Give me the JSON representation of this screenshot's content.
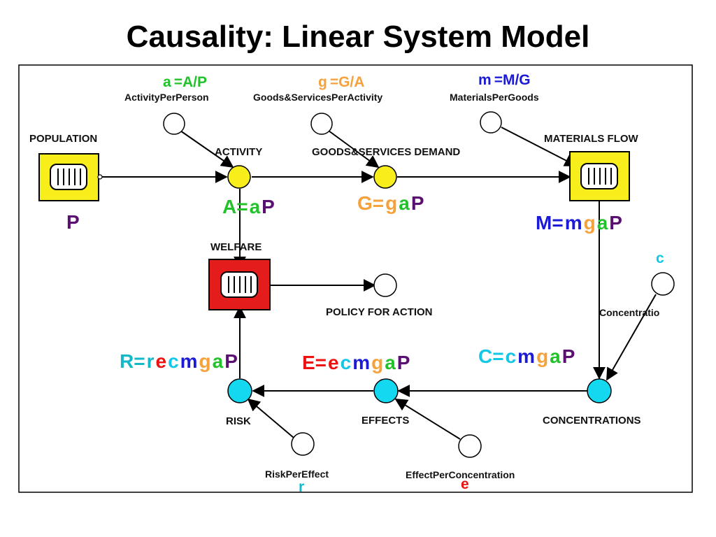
{
  "title": "Causality: Linear System Model",
  "colors": {
    "a": "#22c32a",
    "g": "#f5a13c",
    "m": "#1b1bd6",
    "c": "#12c8e6",
    "e": "#ee1111",
    "r": "#14b8c8",
    "P": "#5a1070",
    "stock_yellow": "#f7ee1c",
    "stock_red": "#e51c1c",
    "aux_yellow": "#f7ee1c",
    "aux_cyan": "#14d7f0"
  },
  "params": {
    "a": {
      "sym": "a",
      "def": "=A/P",
      "name": "ActivityPerPerson"
    },
    "g": {
      "sym": "g",
      "def": "=G/A",
      "name": "Goods&ServicesPerActivity"
    },
    "m": {
      "sym": "m",
      "def": "=M/G",
      "name": "MaterialsPerGoods"
    },
    "c": {
      "sym": "c",
      "name": "Concentratio"
    },
    "r": {
      "sym": "r",
      "name": "RiskPerEffect"
    },
    "e": {
      "sym": "e",
      "name": "EffectPerConcentration"
    }
  },
  "nodes": {
    "population": "POPULATION",
    "activity": "ACTIVITY",
    "goods": "GOODS&SERVICES DEMAND",
    "materials": "MATERIALS FLOW",
    "welfare": "WELFARE",
    "policy": "POLICY FOR ACTION",
    "concentrations": "CONCENTRATIONS",
    "effects": "EFFECTS",
    "risk": "RISK"
  },
  "equations": {
    "P": [
      {
        "t": "P",
        "c": "P"
      }
    ],
    "A": [
      {
        "t": "A=",
        "c": "a"
      },
      {
        "t": "a",
        "c": "a"
      },
      {
        "t": "P",
        "c": "P"
      }
    ],
    "G": [
      {
        "t": "G=",
        "c": "g"
      },
      {
        "t": "g",
        "c": "g"
      },
      {
        "t": "a",
        "c": "a"
      },
      {
        "t": "P",
        "c": "P"
      }
    ],
    "M": [
      {
        "t": "M=",
        "c": "m"
      },
      {
        "t": "m",
        "c": "m"
      },
      {
        "t": "g",
        "c": "g"
      },
      {
        "t": "a",
        "c": "a"
      },
      {
        "t": "P",
        "c": "P"
      }
    ],
    "C": [
      {
        "t": "C=",
        "c": "c"
      },
      {
        "t": "c",
        "c": "c"
      },
      {
        "t": "m",
        "c": "m"
      },
      {
        "t": "g",
        "c": "g"
      },
      {
        "t": "a",
        "c": "a"
      },
      {
        "t": "P",
        "c": "P"
      }
    ],
    "E": [
      {
        "t": "E=",
        "c": "e"
      },
      {
        "t": "e",
        "c": "e"
      },
      {
        "t": "c",
        "c": "c"
      },
      {
        "t": "m",
        "c": "m"
      },
      {
        "t": "g",
        "c": "g"
      },
      {
        "t": "a",
        "c": "a"
      },
      {
        "t": "P",
        "c": "P"
      }
    ],
    "R": [
      {
        "t": "R=",
        "c": "r"
      },
      {
        "t": "r",
        "c": "r"
      },
      {
        "t": "e",
        "c": "e"
      },
      {
        "t": "c",
        "c": "c"
      },
      {
        "t": "m",
        "c": "m"
      },
      {
        "t": "g",
        "c": "g"
      },
      {
        "t": "a",
        "c": "a"
      },
      {
        "t": "P",
        "c": "P"
      }
    ]
  }
}
